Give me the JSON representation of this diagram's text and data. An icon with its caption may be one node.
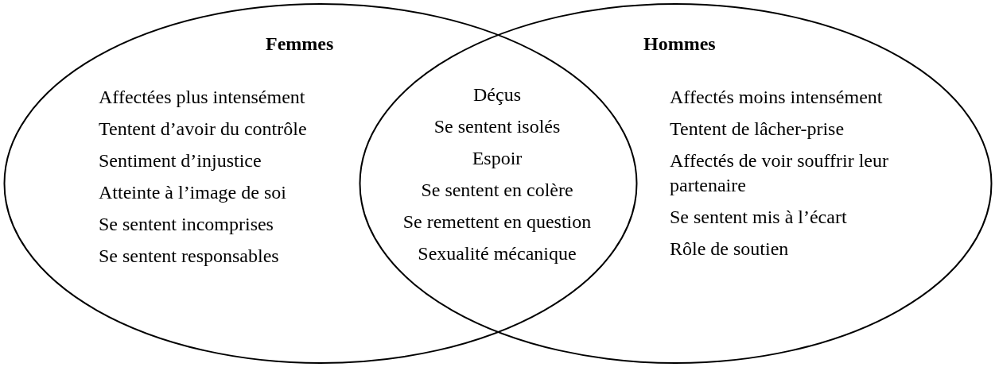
{
  "diagram": {
    "nodes": [
      {
        "text": [
          "Femmes",
          "Affectées plus intensément",
          "Tentent d’avoir du contrôle",
          "Sentiment d’injustice",
          "Atteinte à l’image de soi",
          "Se sentent incomprises",
          "Se sentent responsables"
        ]
      },
      {
        "text": [
          "Hommes",
          "Affectés moins intensément",
          "Tentent de lâcher-prise",
          "Affectés de voir souffrir leur partenaire",
          "Se sentent mis à l’écart",
          "Rôle de soutien"
        ]
      }
    ],
    "labels": [
      "Déçus",
      "Se sentent isolés",
      "Espoir",
      "Se sentent en colère",
      "Se remettent en question",
      "Sexualité mécanique"
    ]
  }
}
